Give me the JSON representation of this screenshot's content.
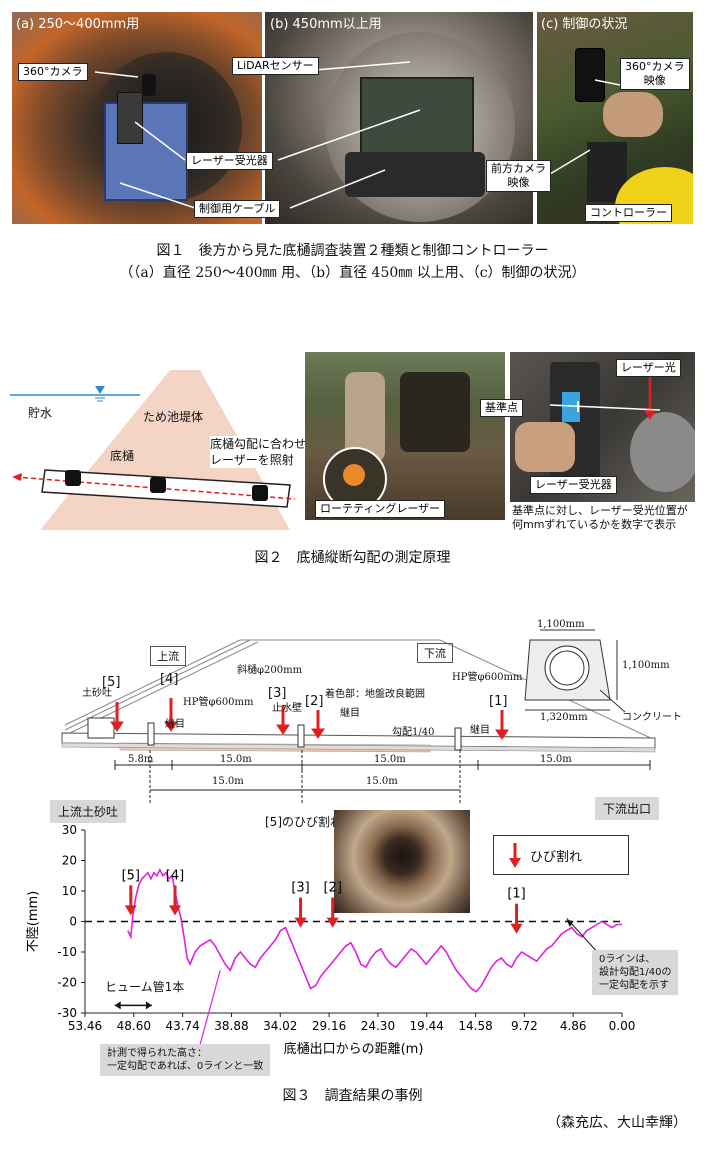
{
  "fig1": {
    "panel_a": "(a) 250～400mm用",
    "panel_b": "(b) 450mm以上用",
    "panel_c": "(c) 制御の状況",
    "label_360": "360°カメラ",
    "label_lidar": "LiDARセンサー",
    "label_receiver": "レーザー受光器",
    "label_cable": "制御用ケーブル",
    "label_360_video_1": "360°カメラ",
    "label_360_video_2": "映像",
    "label_front_1": "前方カメラ",
    "label_front_2": "映像",
    "label_controller": "コントローラー",
    "caption_line1": "図１　後方から見た底樋調査装置２種類と制御コントローラー",
    "caption_line2": "（（a）直径 250～400㎜ 用、（b）直径 450㎜ 以上用、（c）制御の状況）"
  },
  "fig2": {
    "water": "貯水",
    "embankment": "ため池堤体",
    "conduit": "底樋",
    "laser_note_1": "底樋勾配に合わせて",
    "laser_note_2": "レーザーを照射",
    "rotating_laser": "ローテティングレーザー",
    "laser_light": "レーザー光",
    "reference_point": "基準点",
    "receiver": "レーザー受光器",
    "note_1": "基準点に対し、レーザー受光位置が",
    "note_2": "何mmずれているかを数字で表示",
    "caption": "図２　底樋縦断勾配の測定原理"
  },
  "fig3": {
    "upstream": "上流",
    "downstream": "下流",
    "inclined_pipe": "斜樋φ200mm",
    "soil_outlet": "土砂吐",
    "hp_pipe_left": "HP管φ600mm",
    "hp_pipe_right": "HP管φ600mm",
    "joint": "継目",
    "cutoff_wall": "止水壁",
    "colored_part": "着色部：地盤改良範囲",
    "gradient": "勾配1/40",
    "concrete": "コンクリート",
    "dim_top": "1,100mm",
    "dim_right": "1,100mm",
    "dim_bottom": "1,320mm",
    "markers": [
      "[5]",
      "[4]",
      "[3]",
      "[2]",
      "[1]"
    ],
    "seg_a": "5.8m",
    "seg_b": "15.0m",
    "seg_c": "15.0m",
    "seg_d": "15.0m",
    "seg_e": "15.0m",
    "seg_f": "15.0m",
    "upstream_outlet_box": "上流土砂吐",
    "downstream_outlet_box": "下流出口",
    "crack_photo_label": "[5]のひび割れ",
    "legend_crack": "ひび割れ",
    "zero_note_1": "0ラインは、",
    "zero_note_2": "設計勾配1/40の",
    "zero_note_3": "一定勾配を示す",
    "hume_pipe": "ヒューム管1本",
    "measure_note_1": "計測で得られた高さ：",
    "measure_note_2": "一定勾配であれば、0ラインと一致",
    "caption": "図３　調査結果の事例",
    "authors": "（森充広、大山幸輝）"
  },
  "chart_data": {
    "type": "line",
    "xlabel": "底樋出口からの距離(m)",
    "ylabel": "不陸(mm)",
    "xlim": [
      53.46,
      0.0
    ],
    "ylim": [
      -30,
      30
    ],
    "x_ticks": [
      "53.46",
      "48.60",
      "43.74",
      "38.88",
      "34.02",
      "29.16",
      "24.30",
      "19.44",
      "14.58",
      "9.72",
      "4.86",
      "0.00"
    ],
    "y_ticks": [
      "30",
      "20",
      "10",
      "0",
      "-10",
      "-20",
      "-30"
    ],
    "series_color": "#e020e0",
    "zero_line_style": "dashed",
    "crack_markers": [
      {
        "label": "[5]",
        "x": 48.9
      },
      {
        "label": "[4]",
        "x": 44.5
      },
      {
        "label": "[3]",
        "x": 32.0
      },
      {
        "label": "[2]",
        "x": 28.8
      },
      {
        "label": "[1]",
        "x": 10.5
      }
    ],
    "series": [
      {
        "x": [
          49.2,
          48.9,
          48.7,
          48.4,
          48.1,
          47.8,
          47.5,
          47.2,
          46.9,
          46.6,
          46.3,
          46.0,
          45.7,
          45.4,
          45.1,
          44.8,
          44.5,
          44.2,
          43.9,
          43.6,
          43.3,
          43.0,
          42.5,
          42.0,
          41.5,
          41.0,
          40.5,
          40.0,
          39.5,
          39.0,
          38.5,
          38.0,
          37.5,
          37.0,
          36.5,
          36.0,
          35.5,
          35.0,
          34.5,
          34.0,
          33.5,
          33.0,
          32.5,
          32.0,
          31.5,
          31.0,
          30.5,
          30.0,
          29.5,
          29.0,
          28.5,
          28.0,
          27.5,
          27.0,
          26.5,
          26.0,
          25.5,
          25.0,
          24.5,
          24.0,
          23.5,
          23.0,
          22.5,
          22.0,
          21.5,
          21.0,
          20.5,
          20.0,
          19.5,
          19.0,
          18.5,
          18.0,
          17.5,
          17.0,
          16.5,
          16.0,
          15.5,
          15.0,
          14.5,
          14.0,
          13.5,
          13.0,
          12.5,
          12.0,
          11.5,
          11.0,
          10.5,
          10.0,
          9.5,
          9.0,
          8.5,
          8.0,
          7.5,
          7.0,
          6.5,
          6.0,
          5.5,
          5.0,
          4.5,
          4.0,
          3.5,
          3.0,
          2.5,
          2.0,
          1.5,
          1.0,
          0.5,
          0.0
        ],
        "y": [
          -3,
          -5,
          2,
          8,
          12,
          14,
          15,
          16,
          14,
          16,
          15,
          17,
          15,
          16,
          14,
          15,
          10,
          5,
          1,
          -5,
          -12,
          -14,
          -10,
          -8,
          -7,
          -6,
          -8,
          -11,
          -14,
          -16,
          -12,
          -10,
          -12,
          -14,
          -15,
          -12,
          -10,
          -8,
          -6,
          -3,
          -2,
          -6,
          -10,
          -14,
          -18,
          -22,
          -21,
          -18,
          -16,
          -14,
          -12,
          -10,
          -8,
          -7,
          -10,
          -14,
          -15,
          -12,
          -10,
          -9,
          -12,
          -14,
          -15,
          -13,
          -11,
          -9,
          -10,
          -12,
          -14,
          -12,
          -10,
          -8,
          -10,
          -13,
          -16,
          -18,
          -20,
          -22,
          -23,
          -21,
          -18,
          -15,
          -13,
          -12,
          -14,
          -15,
          -12,
          -10,
          -11,
          -12,
          -13,
          -11,
          -9,
          -8,
          -6,
          -4,
          -3,
          -2,
          -4,
          -5,
          -3,
          -2,
          -1,
          0,
          -1,
          -2,
          -1,
          -1
        ]
      }
    ]
  }
}
